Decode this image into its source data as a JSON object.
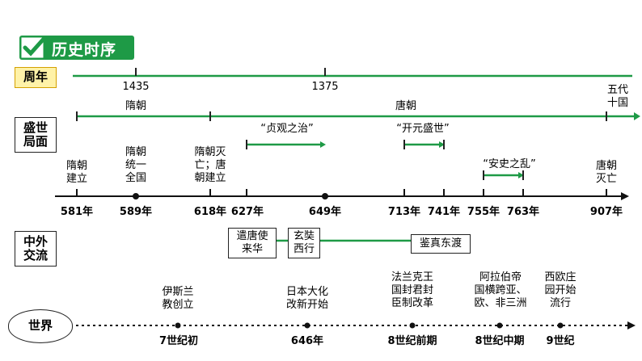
{
  "header": {
    "title": "历史时序"
  },
  "rows": {
    "year": "周年",
    "prosperity": "盛世\n局面",
    "exchange": "中外\n交流",
    "world": "世界"
  },
  "top_scale": {
    "a": "1435",
    "b": "1375",
    "end": "五代\n十国"
  },
  "dynasty_span": {
    "sui": "隋朝",
    "tang": "唐朝"
  },
  "eras": {
    "zhenguan": "“贞观之治”",
    "kaiyuan": "“开元盛世”",
    "anshi": "“安史之乱”"
  },
  "events": {
    "sui_found": "隋朝\n建立",
    "sui_unify": "隋朝\n统一\n全国",
    "sui_fall": "隋朝灭\n亡；唐\n朝建立",
    "tang_fall": "唐朝\n灭亡"
  },
  "years": [
    "581年",
    "589年",
    "618年",
    "627年",
    "649年",
    "713年",
    "741年",
    "755年",
    "763年",
    "907年"
  ],
  "exchange": {
    "envoy": "遣唐使\n来华",
    "xuanzang": "玄奘\n西行",
    "jianzhen": "鉴真东渡"
  },
  "world_events": {
    "islam": "伊斯兰\n教创立",
    "taika": "日本大化\n改新开始",
    "frank": "法兰克王\n国封君封\n臣制改革",
    "arab": "阿拉伯帝\n国横跨亚、\n欧、非三洲",
    "manor": "西欧庄\n园开始\n流行"
  },
  "world_dates": [
    "7世纪初",
    "646年",
    "8世纪前期",
    "8世纪中期",
    "9世纪"
  ],
  "colors": {
    "green": "#1e9a46",
    "year_bg": "#fff2a8"
  }
}
